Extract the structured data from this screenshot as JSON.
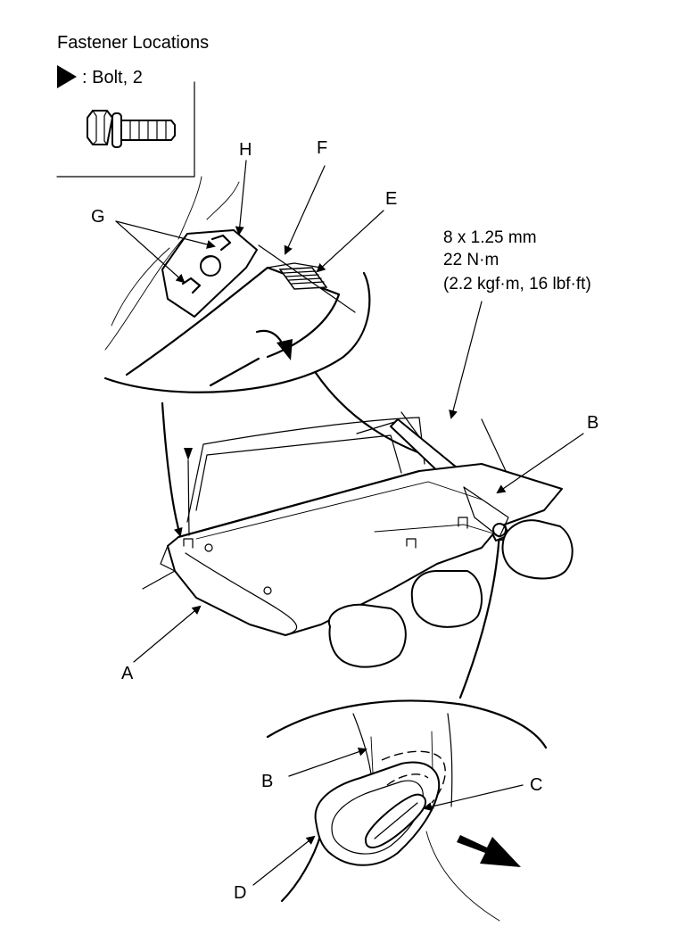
{
  "legend": {
    "title": "Fastener Locations",
    "item": ": Bolt, 2"
  },
  "torque_spec": {
    "line1": "8 x 1.25 mm",
    "line2": "22 N·m",
    "line3": "(2.2 kgf·m, 16 lbf·ft)"
  },
  "callouts": {
    "A": "A",
    "B_top": "B",
    "B_bottom": "B",
    "C": "C",
    "D": "D",
    "E": "E",
    "F": "F",
    "G": "G",
    "H": "H"
  }
}
